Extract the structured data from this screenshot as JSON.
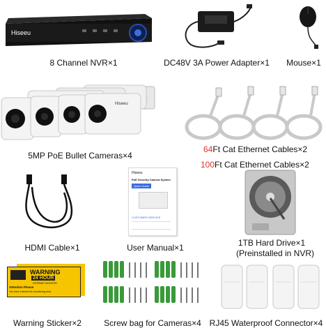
{
  "brand": "Hiseeu",
  "items": {
    "nvr": {
      "label": "8 Channel NVR×1"
    },
    "adapter": {
      "label": "DC48V 3A Power Adapter×1"
    },
    "mouse": {
      "label": "Mouse×1"
    },
    "cameras": {
      "label": "5MP PoE Bullet Cameras×4"
    },
    "cable64": {
      "prefix": "64",
      "label": "Ft Cat Ethernet Cables×2"
    },
    "cable100": {
      "prefix": "100",
      "label": "Ft Cat Ethernet Cables×2"
    },
    "hdmi": {
      "label": "HDMI Cable×1"
    },
    "manual": {
      "label": "User Manual×1",
      "title": "PoE Security Camera System",
      "quick": "Quick Guide",
      "service": "CUSTOMER SERVICE"
    },
    "hdd": {
      "label": "1TB Hard Drive×1",
      "sub": "(Preinstalled in NVR)"
    },
    "sticker": {
      "label": "Warning Sticker×2",
      "warning": "WARNING",
      "hours": "24 HOUR",
      "monitor": "INTERNET MONITOR",
      "attention": "Attention Please",
      "entered": "You have entered the monitoring area"
    },
    "screws": {
      "label": "Screw bag for Cameras×4"
    },
    "rj45": {
      "label": "RJ45 Waterproof Connector×4"
    }
  },
  "colors": {
    "highlight": "#e0302b",
    "nvr_body": "#1a1a1a",
    "cable": "#c9c9c9",
    "sticker": "#f6c500",
    "anchor": "#3a9a3a"
  }
}
